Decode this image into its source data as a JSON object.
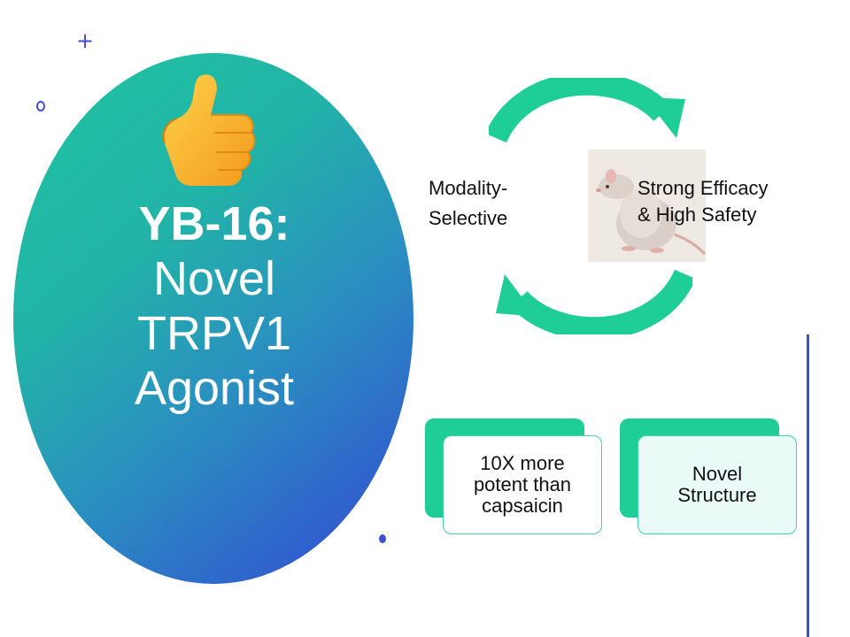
{
  "title": {
    "bold": "YB-16:",
    "lines": [
      "Novel",
      "TRPV1",
      "Agonist"
    ]
  },
  "cycle": {
    "left_label": "Modality-\nSelective",
    "right_label": "Strong Efficacy\n& High Safety"
  },
  "cards": [
    {
      "text": "10X more\npotent than\ncapsaicin"
    },
    {
      "text": "Novel\nStructure"
    }
  ],
  "colors": {
    "teal": "#1ec4a0",
    "blue": "#3346d4",
    "arrow": "#1fce96",
    "accent": "#3d4ed0"
  },
  "icons": [
    "thumbs-up-icon",
    "rat-image"
  ]
}
